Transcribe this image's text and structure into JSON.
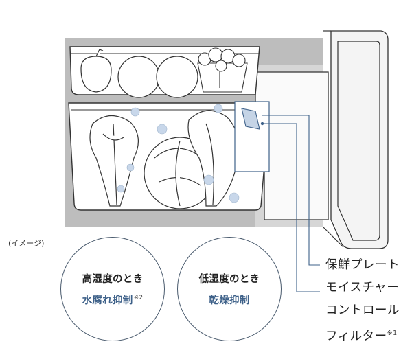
{
  "caption": "(イメージ)",
  "badges": [
    {
      "line1": "高湿度のとき",
      "line2": "水腐れ抑制",
      "note": "※2"
    },
    {
      "line1": "低湿度のとき",
      "line2": "乾燥抑制",
      "note": ""
    }
  ],
  "product_label": {
    "line1": "保鮮プレート",
    "line2": "モイスチャー",
    "line3": "コントロール",
    "line4": "フィルター",
    "note": "※1"
  },
  "colors": {
    "accent_blue": "#3e6189",
    "bubble_fill": "#c8d7ea",
    "filter_fill": "#c5d4e6",
    "wall_gray": "#b9b9b9"
  }
}
